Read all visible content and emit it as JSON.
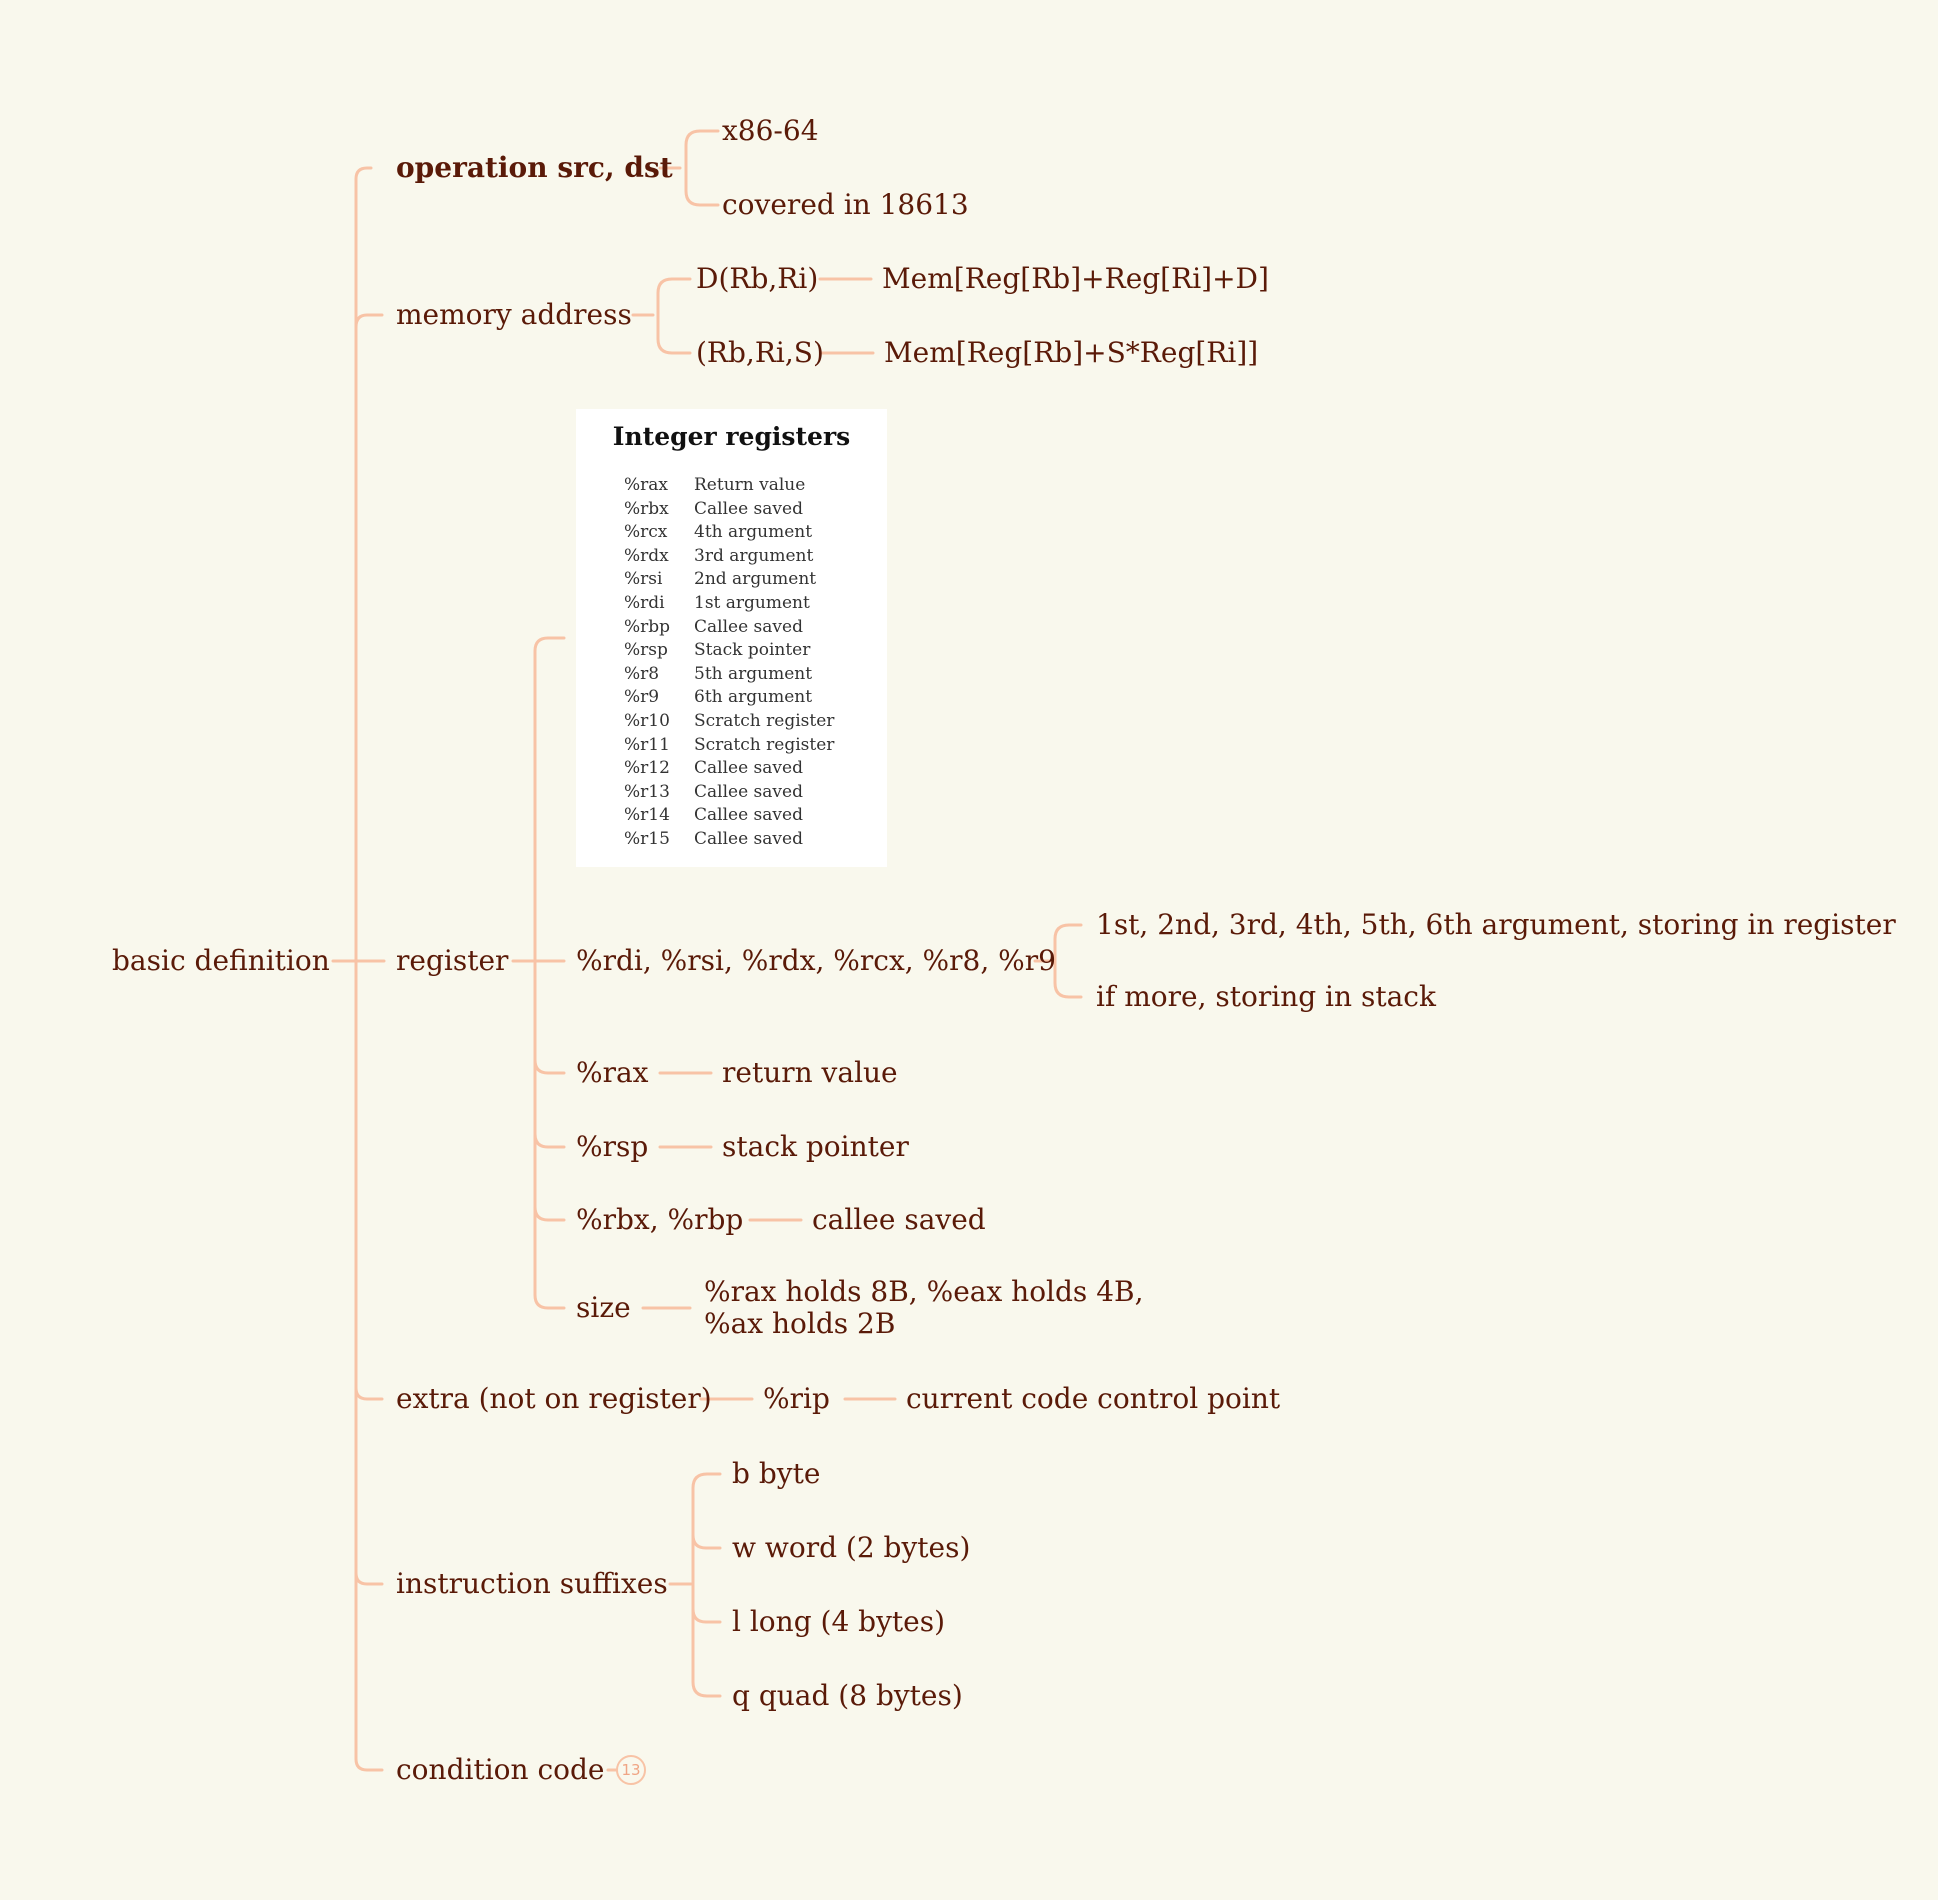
{
  "root": {
    "label": "basic definition"
  },
  "branches": {
    "operation": {
      "label": "operation src, dst",
      "children": [
        "x86-64",
        "covered in 18613"
      ]
    },
    "memory_address": {
      "label": "memory address",
      "children": [
        {
          "label": "D(Rb,Ri)",
          "child": "Mem[Reg[Rb]+Reg[Ri]+D]"
        },
        {
          "label": "(Rb,Ri,S)",
          "child": "Mem[Reg[Rb]+S*Reg[Ri]]"
        }
      ]
    },
    "register": {
      "label": "register",
      "image": {
        "title": "Integer registers",
        "rows": [
          {
            "reg": "%rax",
            "use": "Return value"
          },
          {
            "reg": "%rbx",
            "use": "Callee saved"
          },
          {
            "reg": "%rcx",
            "use": "4th argument"
          },
          {
            "reg": "%rdx",
            "use": "3rd argument"
          },
          {
            "reg": "%rsi",
            "use": "2nd argument"
          },
          {
            "reg": "%rdi",
            "use": "1st argument"
          },
          {
            "reg": "%rbp",
            "use": "Callee saved"
          },
          {
            "reg": "%rsp",
            "use": "Stack pointer"
          },
          {
            "reg": "%r8",
            "use": "5th argument"
          },
          {
            "reg": "%r9",
            "use": "6th argument"
          },
          {
            "reg": "%r10",
            "use": "Scratch register"
          },
          {
            "reg": "%r11",
            "use": "Scratch register"
          },
          {
            "reg": "%r12",
            "use": "Callee saved"
          },
          {
            "reg": "%r13",
            "use": "Callee saved"
          },
          {
            "reg": "%r14",
            "use": "Callee saved"
          },
          {
            "reg": "%r15",
            "use": "Callee saved"
          }
        ]
      },
      "args": {
        "label": "%rdi, %rsi, %rdx, %rcx, %r8, %r9",
        "children": [
          "1st, 2nd, 3rd, 4th, 5th, 6th argument, storing in register",
          "if more, storing in stack"
        ]
      },
      "rax": {
        "label": "%rax",
        "child": "return value"
      },
      "rsp": {
        "label": "%rsp",
        "child": "stack pointer"
      },
      "callee": {
        "label": "%rbx, %rbp",
        "child": "callee saved"
      },
      "size": {
        "label": "size",
        "child": "%rax holds 8B,  %eax holds 4B, %ax holds 2B"
      }
    },
    "extra": {
      "label": "extra (not on register)",
      "child": {
        "label": "%rip",
        "child": "current code control point"
      }
    },
    "suffixes": {
      "label": "instruction suffixes",
      "children": [
        "b byte",
        "w word (2 bytes)",
        "l long (4 bytes)",
        "q quad (8 bytes)"
      ]
    },
    "condition": {
      "label": "condition code",
      "collapsed_count": "13"
    }
  },
  "colors": {
    "background": "#f9f8ed",
    "text": "#5a1a08",
    "connector": "#f8c3a6"
  }
}
